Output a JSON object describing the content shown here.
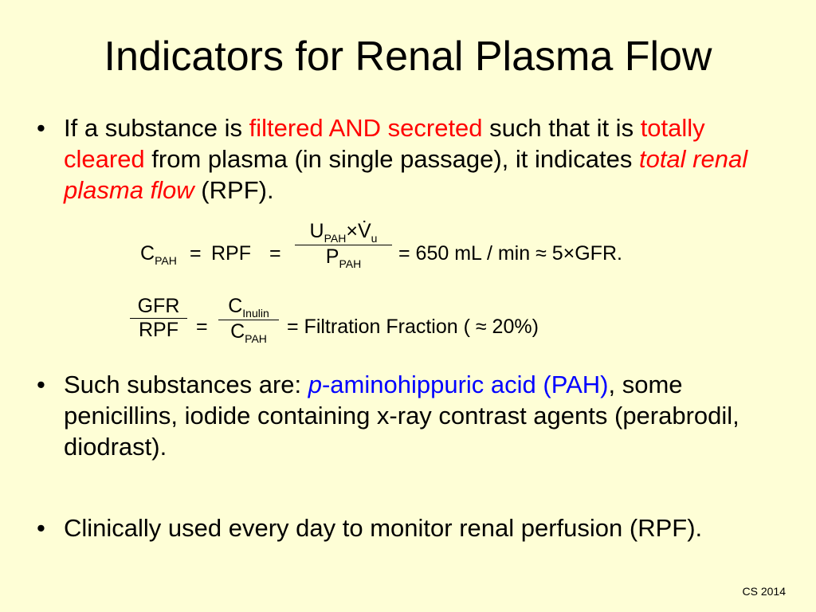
{
  "title": "Indicators for Renal Plasma Flow",
  "bullet1": {
    "p1": "If a substance is ",
    "p2": "filtered AND secreted",
    "p3": " such that it is ",
    "p4": "totally cleared",
    "p5": " from plasma (in single passage), it indicates ",
    "p6": "total renal plasma flow",
    "p7": " (RPF)."
  },
  "eq1": {
    "c": "C",
    "c_sub": "PAH",
    "eq1": "=",
    "rpf": "RPF",
    "eq2": "=",
    "num_u": "U",
    "num_u_sub": "PAH",
    "times": "×",
    "num_v": "V̇",
    "num_v_sub": "u",
    "den_p": "P",
    "den_p_sub": "PAH",
    "rhs": "= 650  mL / min ≈ 5×GFR."
  },
  "eq2": {
    "left_num": "GFR",
    "left_den": "RPF",
    "eq": "=",
    "mid_num": "C",
    "mid_num_sub": "Inulin",
    "mid_den": "C",
    "mid_den_sub": "PAH",
    "rhs": "= Filtration Fraction ( ≈ 20%)"
  },
  "bullet2": {
    "p1": "Such substances are: ",
    "p2": "p",
    "p3": "-aminohippuric acid (PAH)",
    "p4": ", some penicillins, iodide containing x-ray contrast agents (perabrodil, diodrast)."
  },
  "bullet3": {
    "text": "Clinically used every day to monitor renal perfusion (RPF)."
  },
  "bullet_symbol": "•",
  "footer": "CS 2014"
}
